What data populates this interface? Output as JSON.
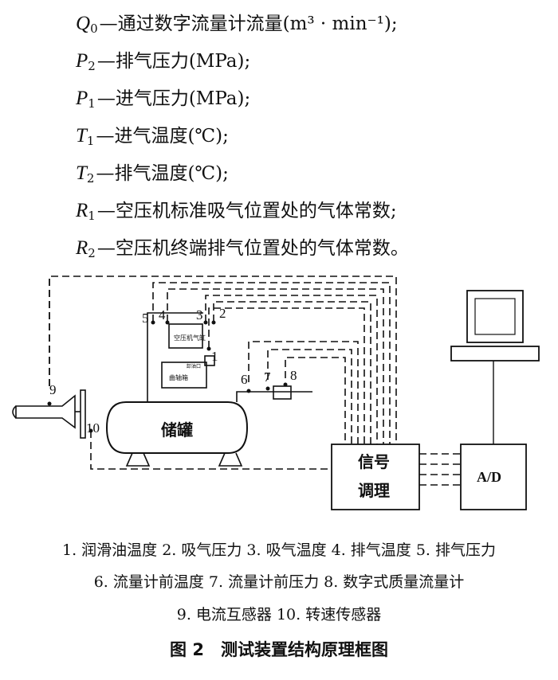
{
  "variables": [
    {
      "sym": "Q",
      "sub": "0",
      "desc": "—通过数字流量计流量(m³ · min⁻¹);"
    },
    {
      "sym": "P",
      "sub": "2",
      "desc": "—排气压力(MPa);"
    },
    {
      "sym": "P",
      "sub": "1",
      "desc": "—进气压力(MPa);"
    },
    {
      "sym": "T",
      "sub": "1",
      "desc": "—进气温度(℃);"
    },
    {
      "sym": "T",
      "sub": "2",
      "desc": "—排气温度(℃);"
    },
    {
      "sym": "R",
      "sub": "1",
      "desc": "—空压机标准吸气位置处的气体常数;"
    },
    {
      "sym": "R",
      "sub": "2",
      "desc": "—空压机终端排气位置处的气体常数。"
    }
  ],
  "diagram": {
    "tank_label": "储罐",
    "cylinder_label": "空压机气缸",
    "crankcase_label": "曲轴箱",
    "oil_drain_label": "卸油口",
    "signal_label_1": "信号",
    "signal_label_2": "调理",
    "ad_label": "A/D",
    "points": [
      "1",
      "2",
      "3",
      "4",
      "5",
      "6",
      "7",
      "8",
      "9",
      "10"
    ]
  },
  "legend": {
    "line1": "1. 润滑油温度 2. 吸气压力 3. 吸气温度 4. 排气温度 5. 排气压力",
    "line2": "6. 流量计前温度 7. 流量计前压力 8. 数字式质量流量计",
    "line3": "9. 电流互感器 10. 转速传感器"
  },
  "caption": "图 2　测试装置结构原理框图"
}
